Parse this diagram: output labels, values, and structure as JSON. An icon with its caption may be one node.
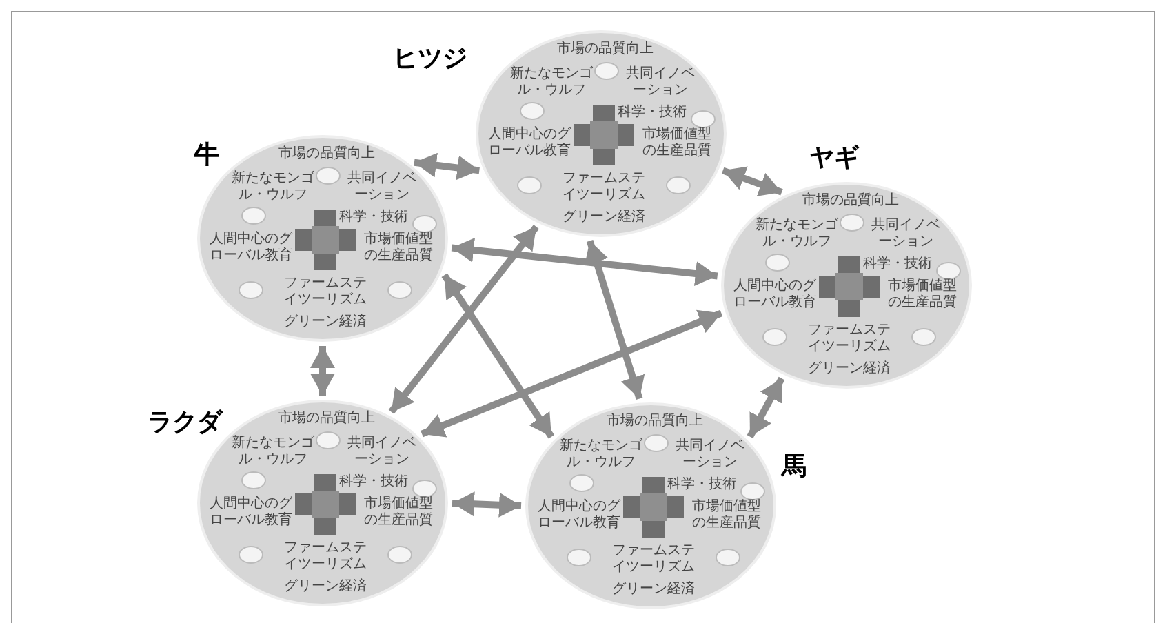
{
  "diagram": {
    "nodes": [
      {
        "text": [
          "ヒツジ",
          "市場の品質向上",
          "新たなモンゴル・ウルフ",
          "共同イノベーション",
          "科学・技術",
          "人間中心のグローバル教育",
          "市場価値型の生産品質",
          "ファームステイツーリズム",
          "グリーン経済"
        ]
      },
      {
        "text": [
          "牛",
          "市場の品質向上",
          "新たなモンゴル・ウルフ",
          "共同イノベーション",
          "科学・技術",
          "人間中心のグローバル教育",
          "市場価値型の生産品質",
          "ファームステイツーリズム",
          "グリーン経済"
        ]
      },
      {
        "text": [
          "ヤギ",
          "市場の品質向上",
          "新たなモンゴル・ウルフ",
          "共同イノベーション",
          "科学・技術",
          "人間中心のグローバル教育",
          "市場価値型の生産品質",
          "ファームステイツーリズム",
          "グリーン経済"
        ]
      },
      {
        "text": [
          "ラクダ",
          "市場の品質向上",
          "新たなモンゴル・ウルフ",
          "共同イノベーション",
          "科学・技術",
          "人間中心のグローバル教育",
          "市場価値型の生産品質",
          "ファームステイツーリズム",
          "グリーン経済"
        ]
      },
      {
        "text": [
          "馬",
          "市場の品質向上",
          "新たなモンゴル・ウルフ",
          "共同イノベーション",
          "科学・技術",
          "人間中心のグローバル教育",
          "市場価値型の生産品質",
          "ファームステイツーリズム",
          "グリーン経済"
        ]
      }
    ],
    "edges": [
      {
        "from": 1,
        "to": 0,
        "arrow": "both"
      },
      {
        "from": 0,
        "to": 2,
        "arrow": "both"
      },
      {
        "from": 2,
        "to": 4,
        "arrow": "both"
      },
      {
        "from": 4,
        "to": 3,
        "arrow": "both"
      },
      {
        "from": 3,
        "to": 1,
        "arrow": "both"
      },
      {
        "from": 1,
        "to": 2,
        "arrow": "both"
      },
      {
        "from": 3,
        "to": 0,
        "arrow": "both"
      },
      {
        "from": 0,
        "to": 4,
        "arrow": "both"
      },
      {
        "from": 1,
        "to": 4,
        "arrow": "both"
      },
      {
        "from": 3,
        "to": 2,
        "arrow": "both"
      }
    ]
  }
}
